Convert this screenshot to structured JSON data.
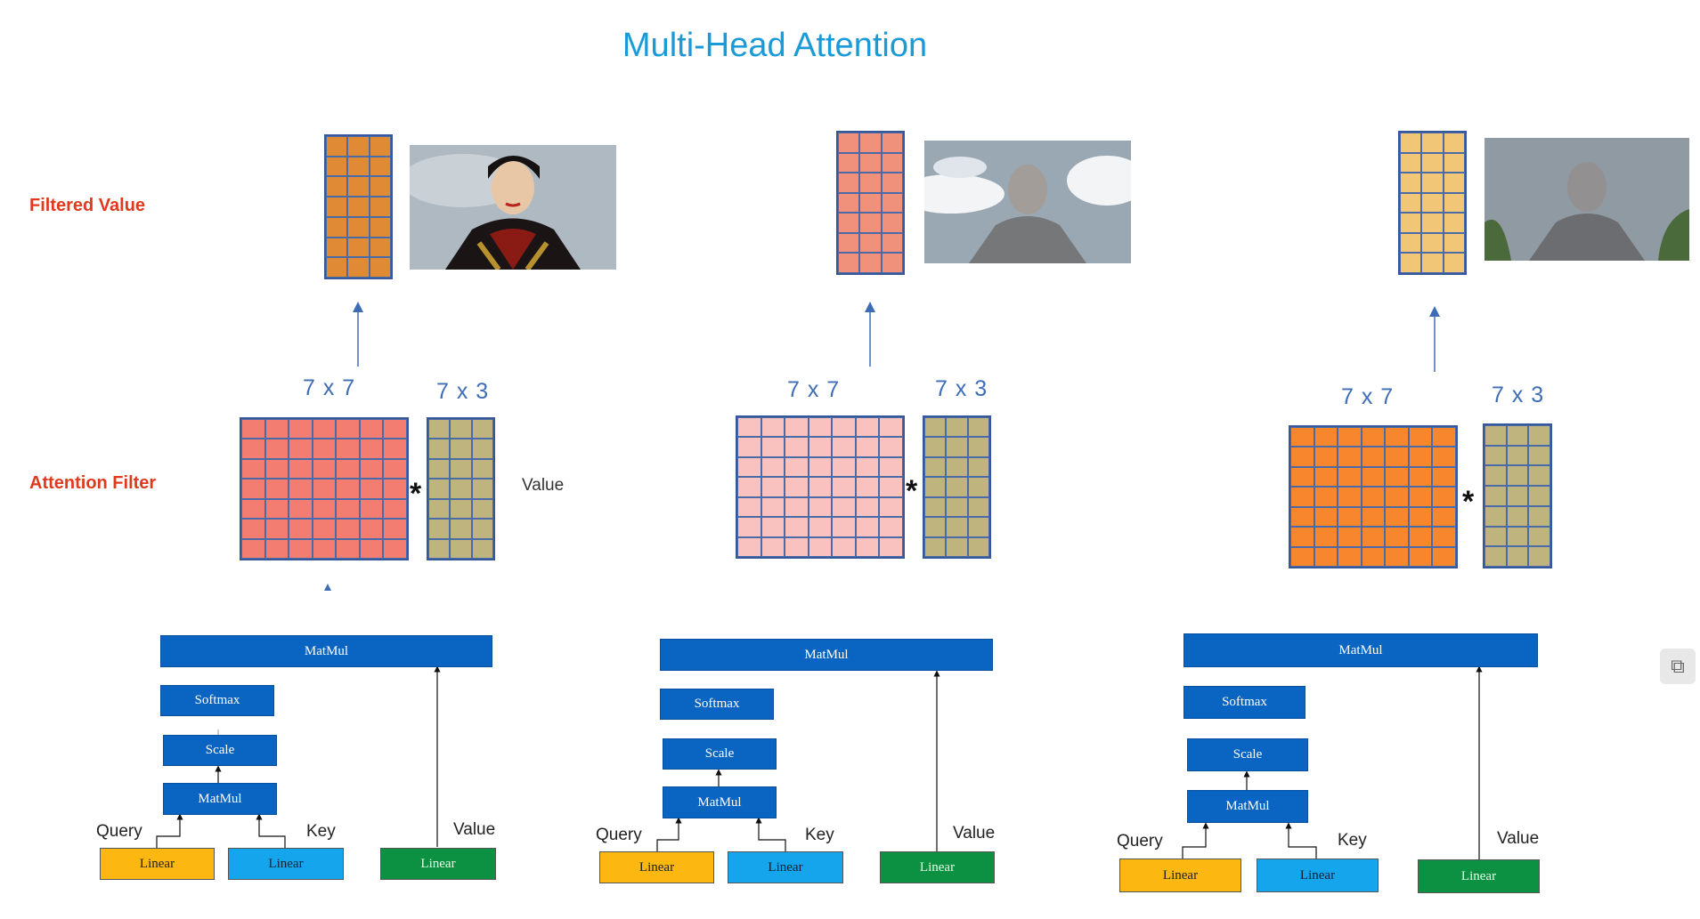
{
  "title": "Multi-Head Attention",
  "row_labels": {
    "filtered_value": "Filtered Value",
    "attention_filter": "Attention Filter"
  },
  "dims": {
    "attn": "7 x 7",
    "value": "7 x 3"
  },
  "operator": "*",
  "value_label": "Value",
  "blocks": {
    "matmul": "MatMul",
    "softmax": "Softmax",
    "scale": "Scale",
    "linear": "Linear"
  },
  "inputs": {
    "query": "Query",
    "key": "Key",
    "value": "Value"
  },
  "icons": {
    "pip": "picture-in-picture-icon"
  },
  "colors": {
    "title": "#1a9ad6",
    "label": "#e03a1e",
    "dim": "#3f6db5",
    "block": "#0a64c2",
    "query_linear": "#fcb711",
    "key_linear": "#14a5ec",
    "value_linear": "#0c9042",
    "value_matrix": "#bfb37e",
    "heads": [
      {
        "attn_fill": "#f47d72",
        "out_fill": "#e08a35"
      },
      {
        "attn_fill": "#f9c2bf",
        "out_fill": "#f0917c"
      },
      {
        "attn_fill": "#f7862c",
        "out_fill": "#f2c677"
      }
    ]
  }
}
